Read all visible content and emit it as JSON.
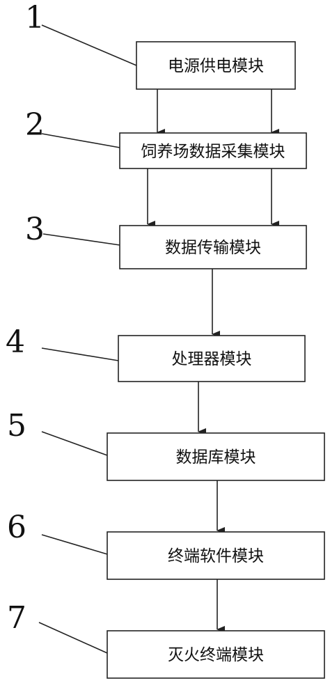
{
  "modules": [
    {
      "id": "1",
      "label": "电源供电模块"
    },
    {
      "id": "2",
      "label": "饲养场数据采集模块"
    },
    {
      "id": "3",
      "label": "数据传输模块"
    },
    {
      "id": "4",
      "label": "处理器模块"
    },
    {
      "id": "5",
      "label": "数据库模块"
    },
    {
      "id": "6",
      "label": "终端软件模块"
    },
    {
      "id": "7",
      "label": "灭火终端模块"
    }
  ]
}
